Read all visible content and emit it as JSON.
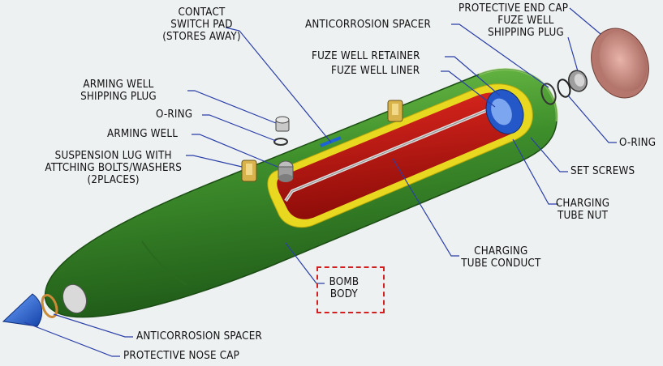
{
  "labels": {
    "contact_switch_pad": "CONTACT\nSWITCH PAD\n(STORES AWAY)",
    "anticorrosion_spacer_top": "ANTICORROSION SPACER",
    "protective_end_cap": "PROTECTIVE END CAP",
    "fuze_well_shipping_plug": "FUZE WELL\nSHIPPING PLUG",
    "fuze_well_retainer": "FUZE WELL RETAINER",
    "fuze_well_liner": "FUZE WELL LINER",
    "arming_well_shipping_plug": "ARMING WELL\nSHIPPING PLUG",
    "o_ring_left": "O-RING",
    "arming_well": "ARMING WELL",
    "suspension_lug": "SUSPENSION LUG WITH\nATTCHING BOLTS/WASHERS\n(2PLACES)",
    "o_ring_right": "O-RING",
    "set_screws": "SET SCREWS",
    "charging_tube_nut": "CHARGING\nTUBE NUT",
    "charging_tube_conduct": "CHARGING\nTUBE CONDUCT",
    "bomb_body": "BOMB\nBODY",
    "anticorrosion_spacer_bottom": "ANTICORROSION SPACER",
    "protective_nose_cap": "PROTECTIVE NOSE CAP"
  },
  "colors": {
    "body_green": "#3d8a2b",
    "body_green_light": "#6fbf45",
    "explosive_red": "#c2140f",
    "liner_yellow": "#e8d820",
    "nose_blue": "#1e63d6",
    "leader_blue": "#2a3fa8",
    "end_cap_copper": "#cf8f84",
    "highlight_box": "#d22020"
  }
}
